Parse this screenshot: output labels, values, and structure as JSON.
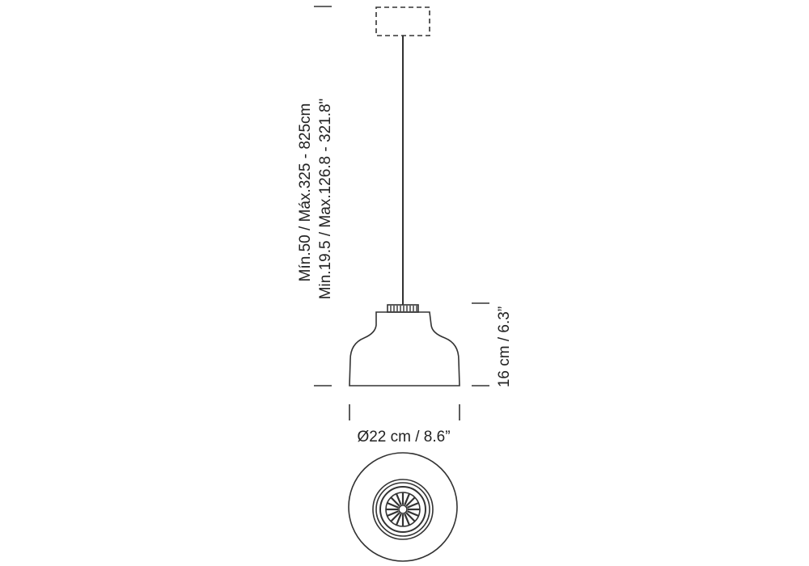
{
  "dimensions": {
    "height_metric": "Mín.50 / Máx.325 - 825cm",
    "height_imperial": "Min.19.5 / Max.126.8 - 321.8\"",
    "shade_height": "16 cm / 6.3”",
    "diameter": "Ø22 cm / 8.6”"
  },
  "colors": {
    "line": "#333333",
    "background": "#ffffff"
  }
}
